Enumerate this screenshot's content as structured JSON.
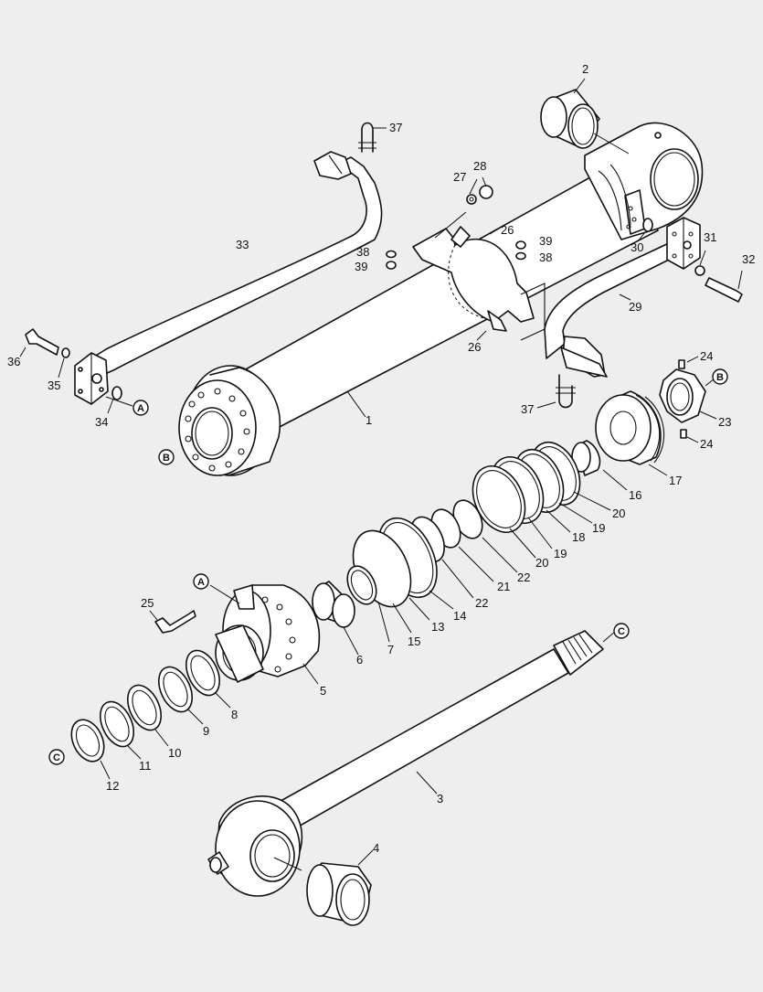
{
  "diagram": {
    "callouts": [
      {
        "id": "c1",
        "label": "1"
      },
      {
        "id": "c2",
        "label": "2"
      },
      {
        "id": "c3",
        "label": "3"
      },
      {
        "id": "c4",
        "label": "4"
      },
      {
        "id": "c5",
        "label": "5"
      },
      {
        "id": "c6",
        "label": "6"
      },
      {
        "id": "c7",
        "label": "7"
      },
      {
        "id": "c8",
        "label": "8"
      },
      {
        "id": "c9",
        "label": "9"
      },
      {
        "id": "c10",
        "label": "10"
      },
      {
        "id": "c11",
        "label": "11"
      },
      {
        "id": "c12",
        "label": "12"
      },
      {
        "id": "c13",
        "label": "13"
      },
      {
        "id": "c14",
        "label": "14"
      },
      {
        "id": "c15",
        "label": "15"
      },
      {
        "id": "c16",
        "label": "16"
      },
      {
        "id": "c17",
        "label": "17"
      },
      {
        "id": "c18",
        "label": "18"
      },
      {
        "id": "c19a",
        "label": "19"
      },
      {
        "id": "c19b",
        "label": "19"
      },
      {
        "id": "c20a",
        "label": "20"
      },
      {
        "id": "c20b",
        "label": "20"
      },
      {
        "id": "c21",
        "label": "21"
      },
      {
        "id": "c22a",
        "label": "22"
      },
      {
        "id": "c22b",
        "label": "22"
      },
      {
        "id": "c23",
        "label": "23"
      },
      {
        "id": "c24a",
        "label": "24"
      },
      {
        "id": "c24b",
        "label": "24"
      },
      {
        "id": "c25",
        "label": "25"
      },
      {
        "id": "c26a",
        "label": "26"
      },
      {
        "id": "c26b",
        "label": "26"
      },
      {
        "id": "c27",
        "label": "27"
      },
      {
        "id": "c28",
        "label": "28"
      },
      {
        "id": "c29",
        "label": "29"
      },
      {
        "id": "c30",
        "label": "30"
      },
      {
        "id": "c31",
        "label": "31"
      },
      {
        "id": "c32",
        "label": "32"
      },
      {
        "id": "c33",
        "label": "33"
      },
      {
        "id": "c34",
        "label": "34"
      },
      {
        "id": "c35",
        "label": "35"
      },
      {
        "id": "c36",
        "label": "36"
      },
      {
        "id": "c37a",
        "label": "37"
      },
      {
        "id": "c37b",
        "label": "37"
      },
      {
        "id": "c38a",
        "label": "38"
      },
      {
        "id": "c38b",
        "label": "38"
      },
      {
        "id": "c39a",
        "label": "39"
      },
      {
        "id": "c39b",
        "label": "39"
      }
    ],
    "references": [
      {
        "id": "refA1",
        "label": "A"
      },
      {
        "id": "refA2",
        "label": "A"
      },
      {
        "id": "refB1",
        "label": "B"
      },
      {
        "id": "refB2",
        "label": "B"
      },
      {
        "id": "refC1",
        "label": "C"
      },
      {
        "id": "refC2",
        "label": "C"
      }
    ],
    "colors": {
      "background": "#eeeeee",
      "line": "#111111",
      "fill": "#ffffff"
    }
  }
}
